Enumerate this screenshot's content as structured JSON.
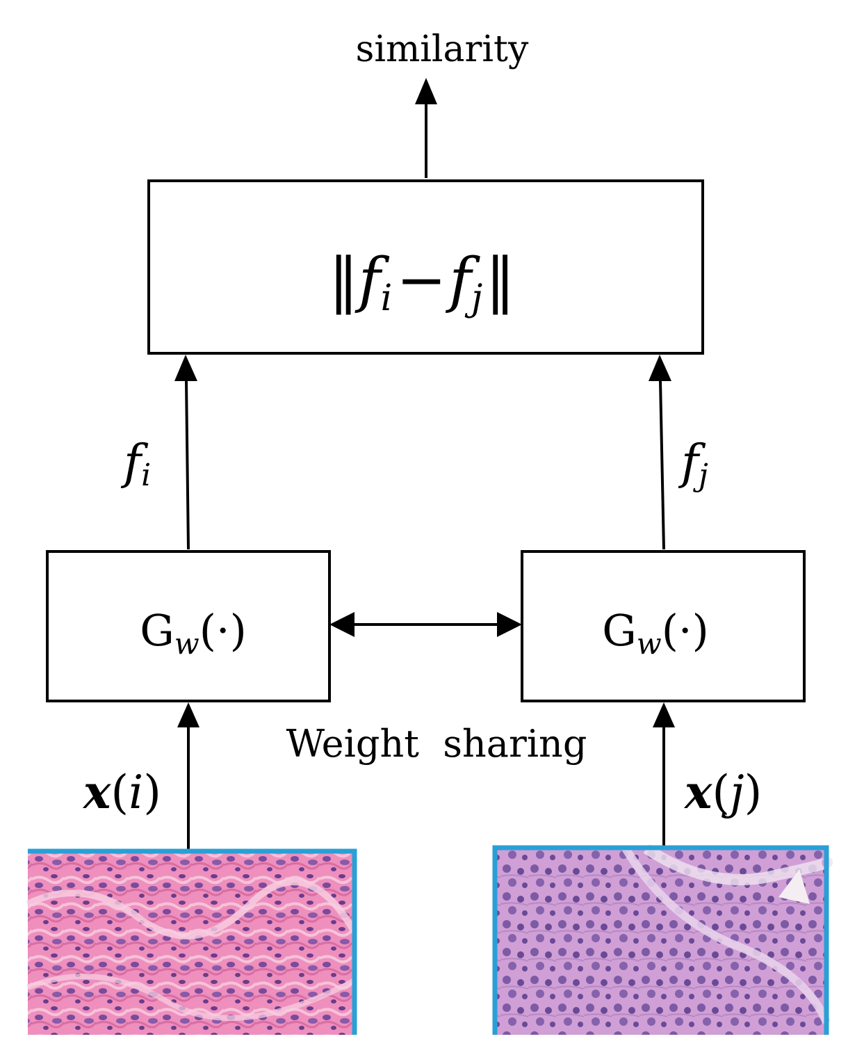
{
  "output_label": "similarity",
  "distance_box": {
    "open_norm": "‖",
    "f_i": "f",
    "i_sub": "i",
    "minus": "−",
    "f_j": "f",
    "j_sub": "j",
    "close_norm": "‖"
  },
  "feature_labels": {
    "left": {
      "f": "f",
      "sub": "i"
    },
    "right": {
      "f": "f",
      "sub": "j"
    }
  },
  "encoders": {
    "left": {
      "g": "G",
      "sub": "w",
      "arg": "(·)"
    },
    "right": {
      "g": "G",
      "sub": "w",
      "arg": "(·)"
    }
  },
  "weight_sharing_label": "Weight  sharing",
  "input_labels": {
    "left": {
      "x": "x",
      "arg_open": "(",
      "idx": "i",
      "arg_close": ")"
    },
    "right": {
      "x": "x",
      "arg_open": "(",
      "idx": "j",
      "arg_close": ")"
    }
  },
  "colors": {
    "image_border": "#2a9fd6",
    "tissue_left_bg": "#e889b5",
    "tissue_right_bg": "#c89ad0",
    "nuclei": "#6a3c8c"
  }
}
